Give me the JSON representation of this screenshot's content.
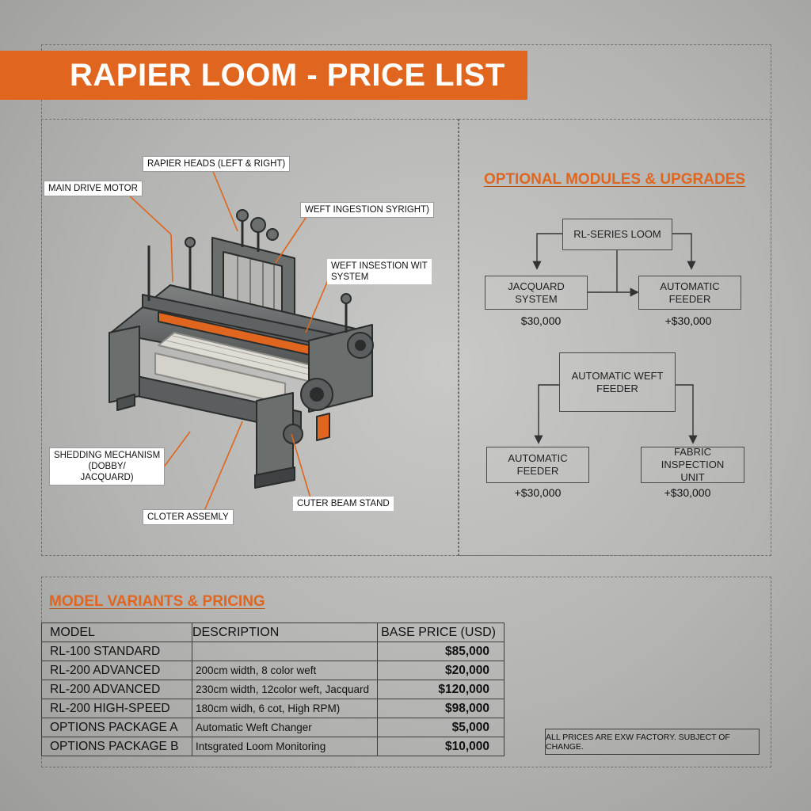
{
  "title": "RAPIER LOOM - PRICE LIST",
  "diagram": {
    "callouts": {
      "rapier_heads": "RAPIER HEADS (LEFT & RIGHT)",
      "main_drive_motor": "MAIN DRIVE MOTOR",
      "weft_ingestion": "WEFT INGESTION SYRIGHT)",
      "weft_insertion": "WEFT INSESTION WIT\nSYSTEM",
      "shedding": "SHEDDING MECHANISM\n(DOBBY/\nJACQUARD)",
      "clother_assembly": "CLOTER ASSEMLY",
      "cuter_beam": "CUTER BEAM STAND"
    },
    "colors": {
      "accent": "#e0661f",
      "machine": "#6a6e6d",
      "machine_dark": "#3f4242",
      "fabric": "#dedcd4"
    }
  },
  "modules": {
    "heading": "OPTIONAL MODULES & UPGRADES",
    "group1": {
      "root": "RL-SERIES LOOM",
      "left": {
        "label": "JACQUARD\nSYSTEM",
        "price": "$30,000"
      },
      "right": {
        "label": "AUTOMATIC\nFEEDER",
        "price": "+$30,000"
      }
    },
    "group2": {
      "root": "AUTOMATIC WEFT\nFEEDER",
      "left": {
        "label": "AUTOMATIC\nFEEDER",
        "price": "+$30,000"
      },
      "right": {
        "label": "FABRIC INSPECTION\nUNIT",
        "price": "+$30,000"
      }
    }
  },
  "variants": {
    "heading": "MODEL VARIANTS & PRICING",
    "columns": [
      "MODEL",
      "DESCRIPTION",
      "BASE PRICE (USD)"
    ],
    "rows": [
      {
        "model": "RL-100 STANDARD",
        "description": "",
        "price": "$85,000"
      },
      {
        "model": "RL-200 ADVANCED",
        "description": "200cm width, 8 color weft",
        "price": "$20,000"
      },
      {
        "model": "RL-200 ADVANCED",
        "description": "230cm width, 12color weft, Jacquard",
        "price": "$120,000"
      },
      {
        "model": "RL-200 HIGH-SPEED",
        "description": "180cm widh, 6 cot, High RPM)",
        "price": "$98,000"
      },
      {
        "model": "OPTIONS PACKAGE A",
        "description": "Automatic Weft Changer",
        "price": "$5,000"
      },
      {
        "model": "OPTIONS PACKAGE B",
        "description": "Intsgrated Loom Monitoring",
        "price": "$10,000"
      }
    ]
  },
  "footnote": "ALL PRICES ARE EXW FACTORY. SUBJECT OF CHANGE."
}
